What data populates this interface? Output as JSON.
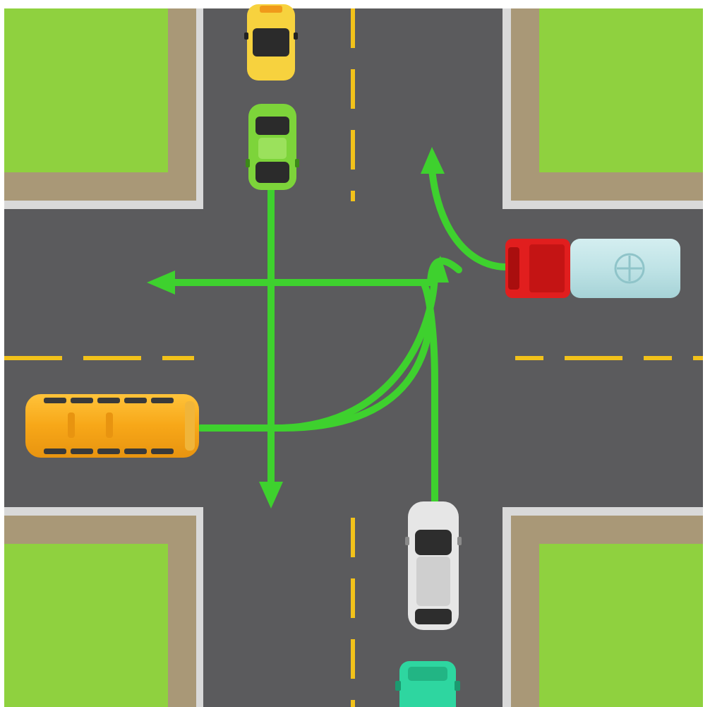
{
  "colors": {
    "road": "#5b5b5d",
    "grass": "#8fd13f",
    "sidewalk": "#a99877",
    "curb": "#d9d9d9",
    "lane_line": "#f2c21a",
    "arrow": "#3ed12e",
    "background": "#ffffff"
  },
  "vehicles": [
    {
      "id": "taxi",
      "kind": "taxi",
      "heading": "south",
      "color": "#f7d23e"
    },
    {
      "id": "green-car",
      "kind": "car",
      "heading": "south",
      "color": "#7dd43a"
    },
    {
      "id": "fuel-truck",
      "kind": "tanker-truck",
      "heading": "west",
      "color": "#e11e1e",
      "tank_color": "#bfe3e6"
    },
    {
      "id": "school-bus",
      "kind": "bus",
      "heading": "east",
      "color": "#f7a718"
    },
    {
      "id": "white-car",
      "kind": "car",
      "heading": "north",
      "color": "#e6e6e6"
    },
    {
      "id": "teal-car",
      "kind": "car",
      "heading": "north",
      "color": "#2ed6a0"
    }
  ],
  "maneuvers": [
    {
      "vehicle": "green-car",
      "move": "straight"
    },
    {
      "vehicle": "green-car",
      "move": "left-turn"
    },
    {
      "vehicle": "school-bus",
      "move": "left-turn"
    },
    {
      "vehicle": "fuel-truck",
      "move": "right-turn"
    },
    {
      "vehicle": "white-car",
      "move": "straight"
    }
  ]
}
